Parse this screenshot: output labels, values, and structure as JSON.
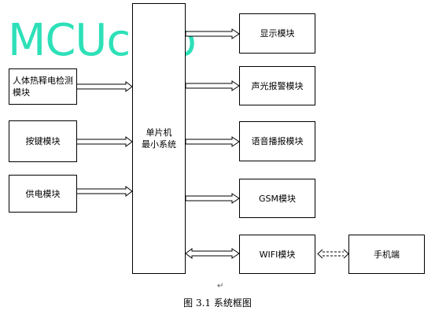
{
  "watermark": "MCUclub",
  "mcu": {
    "label": "单片机\n最小系统"
  },
  "left_blocks": {
    "sensor": "人体热释电检测\n模块",
    "keys": "按键模块",
    "power": "供电模块"
  },
  "right_blocks": {
    "display": "显示模块",
    "alarm": "声光报警模块",
    "voice": "语音播报模块",
    "gsm": "GSM模块",
    "wifi": "WIFI模块"
  },
  "phone": "手机端",
  "caption": "图 3.1 系统框图",
  "para_mark": "↵"
}
